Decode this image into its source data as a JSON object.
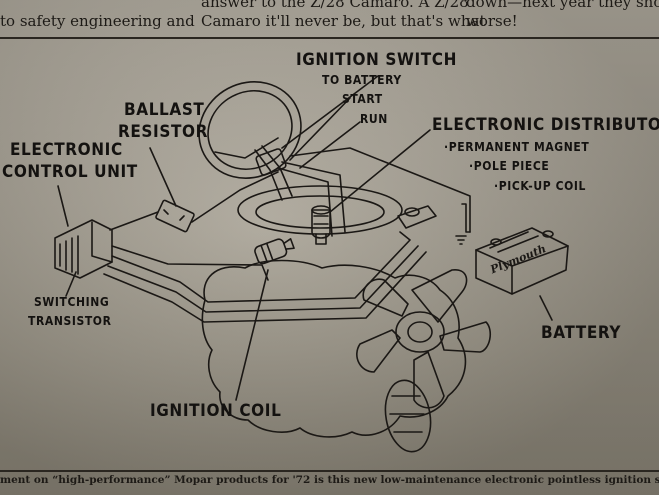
{
  "header": {
    "col1": "to safety engineering and",
    "col2_line1": "answer to the Z/28 Camaro. A Z/28",
    "col2_line2": "Camaro it'll never be, but that's what",
    "col3_line1": "down—next year they should",
    "col3_line2": "worse!"
  },
  "caption": "ment on “high-performance” Mopar products for '72 is this new low-maintenance electronic pointless ignition system.",
  "labels": {
    "ignition_switch": "IGNITION SWITCH",
    "to_battery": "TO BATTERY",
    "start": "START",
    "run": "RUN",
    "ballast_line1": "BALLAST",
    "ballast_line2": "RESISTOR",
    "ecu_line1": "ELECTRONIC",
    "ecu_line2": "CONTROL UNIT",
    "electronic_distributor": "ELECTRONIC DISTRIBUTOR",
    "permanent_magnet": "·PERMANENT MAGNET",
    "pole_piece": "·POLE PIECE",
    "pickup_coil": "·PICK-UP COIL",
    "switching_line1": "SWITCHING",
    "switching_line2": "TRANSISTOR",
    "ignition_coil": "IGNITION COIL",
    "battery": "BATTERY",
    "battery_brand": "Plymouth"
  }
}
